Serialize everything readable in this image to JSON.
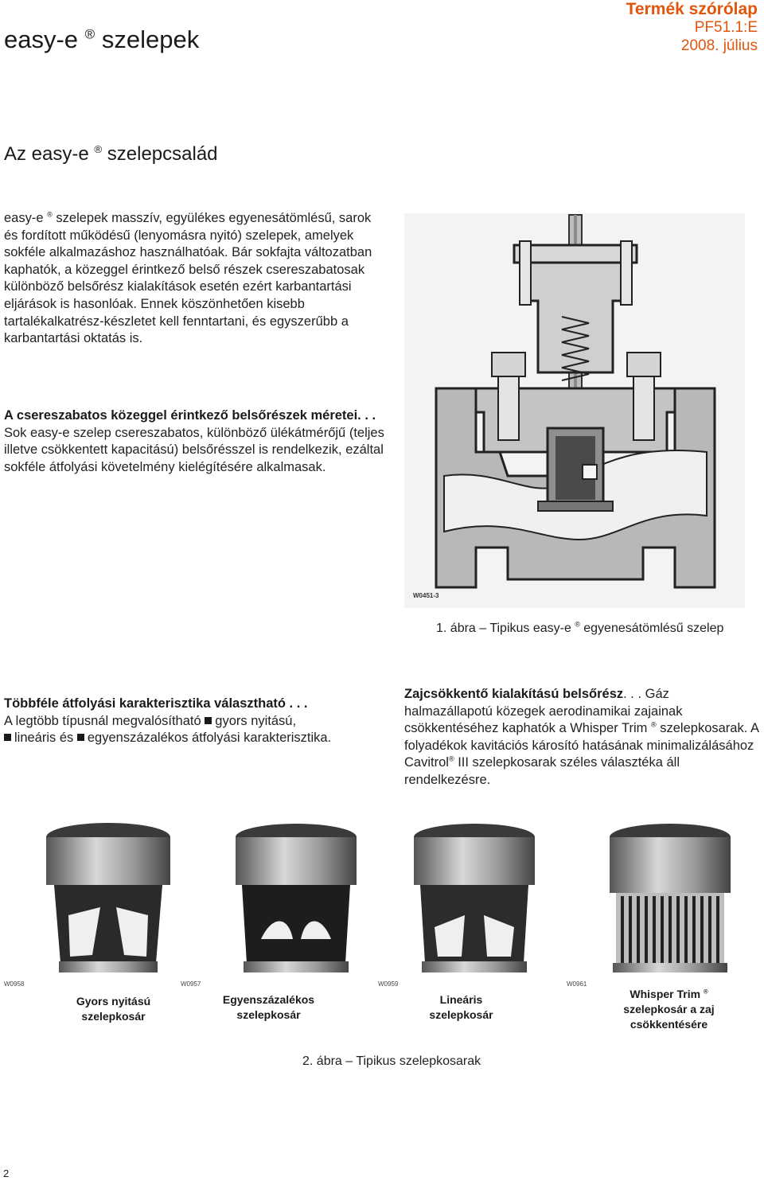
{
  "header": {
    "title_main": "easy-e",
    "title_reg": "®",
    "title_rest": " szelepek",
    "doc_type": "Termék szórólap",
    "doc_code": "PF51.1:E",
    "doc_date": "2008. július"
  },
  "section": {
    "title_main": "Az easy-e",
    "title_reg": "®",
    "title_rest": " szelepcsalád"
  },
  "intro": {
    "lead": "easy-e",
    "reg": "®",
    "text": " szelepek masszív, együlékes egyenesátömlésű, sarok és fordított működésű (lenyomásra nyitó) szelepek, amelyek sokféle alkalmazáshoz használhatóak. Bár sokfajta változatban kaphatók, a közeggel érintkező belső részek csereszabatosak különböző belsőrész kialakítások esetén ezért karbantartási eljárások is hasonlóak. Ennek köszönhetően kisebb tartalékalkatrész-készletet kell fenntartani, és egyszerűbb a karbantartási oktatás is."
  },
  "trim_sizes": {
    "heading": "A csereszabatos közeggel érintkező belsőrészek méretei. . .",
    "text": " Sok easy-e szelep csereszabatos, különböző ülékátmérőjű (teljes illetve csökkentett kapacitású) belsőrésszel is rendelkezik, ezáltal sokféle átfolyási követelmény kielégítésére alkalmasak."
  },
  "figure1": {
    "code": "W0451-3",
    "caption_pre": "1. ábra – Tipikus easy-e",
    "caption_reg": "®",
    "caption_post": " egyenesátömlésű szelep"
  },
  "flow_char": {
    "heading": "Többféle átfolyási karakterisztika választható . . .",
    "line1": "A legtöbb típusnál megvalósítható ",
    "opt1": "gyors nyitású,",
    "opt2": "lineáris és ",
    "opt3": "egyenszázalékos átfolyási karakterisztika."
  },
  "noise": {
    "heading": "Zajcsökkentő kialakítású belsőrész",
    "text1": ". . . Gáz halmazállapotú közegek aerodinamikai zajainak csökkentéséhez kaphatók a Whisper Trim",
    "reg1": "®",
    "text2": " szelepkosarak. A folyadékok kavitációs károsító hatásának minimalizálásához Cavitrol",
    "reg2": "®",
    "text3": " III szelepkosarak széles választéka áll rendelkezésre."
  },
  "cages": [
    {
      "code": "W0958",
      "label1": "Gyors nyitású",
      "label2": "szelepkosár",
      "label3": ""
    },
    {
      "code": "W0957",
      "label1": "Egyenszázalékos",
      "label2": "szelepkosár",
      "label3": ""
    },
    {
      "code": "W0959",
      "label1": "Lineáris",
      "label2": "szelepkosár",
      "label3": ""
    },
    {
      "code": "W0961",
      "label1": "Whisper Trim",
      "label1_reg": "®",
      "label2": "szelepkosár a zaj",
      "label3": "csökkentésére"
    }
  ],
  "figure2": {
    "caption": "2. ábra – Tipikus szelepkosarak"
  },
  "page_number": "2",
  "colors": {
    "accent": "#e0560d",
    "text": "#1a1a1a"
  }
}
